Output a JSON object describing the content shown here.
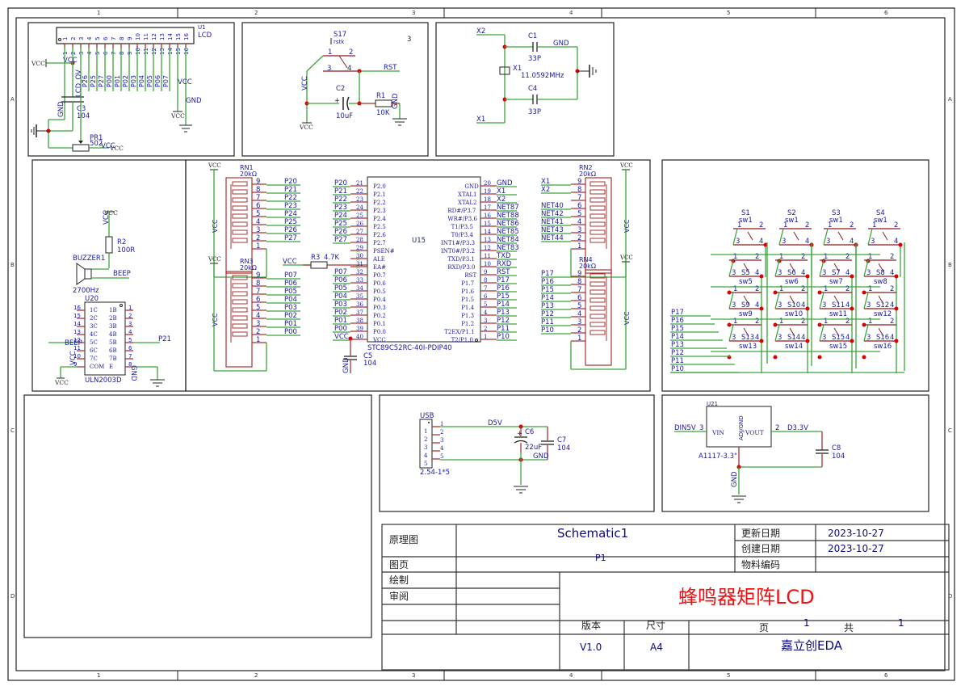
{
  "border": {
    "columns": [
      "1",
      "2",
      "3",
      "4",
      "5",
      "6"
    ],
    "rows": [
      "A",
      "B",
      "C",
      "D"
    ]
  },
  "lcd": {
    "ref": "U1",
    "name": "LCD",
    "pins": [
      "1",
      "2",
      "3",
      "4",
      "5",
      "6",
      "7",
      "8",
      "9",
      "10",
      "11",
      "12",
      "13",
      "14",
      "15",
      "16"
    ],
    "nets": [
      "P26",
      "P25",
      "P27",
      "P00",
      "P01",
      "P02",
      "P03",
      "P04",
      "P05",
      "P06",
      "P07"
    ],
    "vcc": "VCC",
    "gnd": "GND",
    "lcd_ov": "LCD_OV",
    "c3_ref": "C3",
    "c3_val": "104",
    "pr1_ref": "PR1",
    "pr1_val": "502",
    "vcc_label": "VCC"
  },
  "reset": {
    "s17_ref": "S17",
    "s17_val": "rstk",
    "sheet_num": "3",
    "pins": [
      "1",
      "2",
      "3",
      "4"
    ],
    "rst": "RST",
    "vcc": "VCC",
    "c2_ref": "C2",
    "c2_val": "10uF",
    "r1_ref": "R1",
    "r1_val": "10K",
    "gnd": "GND"
  },
  "crystal": {
    "x1_ref": "X1",
    "x1_val": "11.0592MHz",
    "c1_ref": "C1",
    "c1_val": "33P",
    "c4_ref": "C4",
    "c4_val": "33P",
    "net_x1": "X1",
    "net_x2": "X2",
    "gnd": "GND"
  },
  "buzzer": {
    "vcc": "VCC",
    "r2_ref": "R2",
    "r2_val": "100R",
    "buzzer_ref": "BUZZER1",
    "buzzer_val": "2700Hz",
    "beep": "BEEP",
    "u20_ref": "U20",
    "u20_val": "ULN2003D",
    "left_pins": [
      "16",
      "15",
      "14",
      "13",
      "12",
      "11",
      "10",
      "9"
    ],
    "left_names": [
      "1C",
      "2C",
      "3C",
      "4C",
      "5C",
      "6C",
      "7C",
      "COM"
    ],
    "right_names": [
      "1B",
      "2B",
      "3B",
      "4B",
      "5B",
      "6B",
      "7B",
      "E"
    ],
    "right_pins": [
      "1",
      "2",
      "3",
      "4",
      "5",
      "6",
      "7",
      "8"
    ],
    "beep_in": "BEEP",
    "p21": "P21",
    "gnd": "GND"
  },
  "rn1": {
    "ref": "RN1",
    "val": "20kΩ",
    "pins": [
      "9",
      "8",
      "7",
      "6",
      "5",
      "4",
      "3",
      "2",
      "1"
    ],
    "nets": [
      "P20",
      "P21",
      "P22",
      "P23",
      "P24",
      "P25",
      "P26",
      "P27"
    ],
    "vcc": "VCC"
  },
  "rn3": {
    "ref": "RN3",
    "val": "20kΩ",
    "pins": [
      "9",
      "8",
      "7",
      "6",
      "5",
      "4",
      "3",
      "2",
      "1"
    ],
    "nets": [
      "P07",
      "P06",
      "P05",
      "P04",
      "P03",
      "P02",
      "P01",
      "P00"
    ],
    "vcc": "VCC"
  },
  "r3": {
    "ref": "R3",
    "val": "4.7K",
    "vcc": "VCC"
  },
  "mcu": {
    "ref": "U15",
    "part": "STC89C52RC-40I-PDIP40",
    "left_nets": [
      "P20",
      "P21",
      "P22",
      "P23",
      "P24",
      "P25",
      "P26",
      "P27",
      "",
      "",
      "",
      "P07",
      "P06",
      "P05",
      "P04",
      "P03",
      "P02",
      "P01",
      "P00",
      "VCC"
    ],
    "left_pins": [
      "21",
      "22",
      "23",
      "24",
      "25",
      "26",
      "27",
      "28",
      "29",
      "30",
      "31",
      "32",
      "33",
      "34",
      "35",
      "36",
      "37",
      "38",
      "39",
      "40"
    ],
    "left_names": [
      "P2.0",
      "P2.1",
      "P2.2",
      "P2.3",
      "P2.4",
      "P2.5",
      "P2.6",
      "P2.7",
      "PSEN#",
      "ALE",
      "EA#",
      "P0.7",
      "P0.6",
      "P0.5",
      "P0.4",
      "P0.3",
      "P0.2",
      "P0.1",
      "P0.0",
      "VCC"
    ],
    "right_names": [
      "GND",
      "XTAL1",
      "XTAL2",
      "RD#/P3.7",
      "WR#/P3.6",
      "T1/P3.5",
      "T0/P3.4",
      "INT1#/P3.3",
      "INT0#/P3.2",
      "TXD/P3.1",
      "RXD/P3.0",
      "RST",
      "P1.7",
      "P1.6",
      "P1.5",
      "P1.4",
      "P1.3",
      "P1.2",
      "T2EX/P1.1",
      "T2/P1.0"
    ],
    "right_pins": [
      "20",
      "19",
      "18",
      "17",
      "16",
      "15",
      "14",
      "13",
      "12",
      "11",
      "10",
      "9",
      "8",
      "7",
      "6",
      "5",
      "4",
      "3",
      "2",
      "1"
    ],
    "right_nets": [
      "GND",
      "X1",
      "X2",
      "NET87",
      "NET88",
      "NET86",
      "NET85",
      "NET84",
      "NET83",
      "TXD",
      "RXD",
      "RST",
      "P17",
      "P16",
      "P15",
      "P14",
      "P13",
      "P12",
      "P11",
      "P10"
    ],
    "c5_ref": "C5",
    "c5_val": "104",
    "gnd": "GND"
  },
  "rn2": {
    "ref": "RN2",
    "val": "20kΩ",
    "pins": [
      "9",
      "8",
      "7",
      "6",
      "5",
      "4",
      "3",
      "2",
      "1"
    ],
    "nets": [
      "X1",
      "X2",
      "",
      "NET40",
      "NET42",
      "NET41",
      "NET43",
      "NET44"
    ],
    "vcc": "VCC"
  },
  "rn4": {
    "ref": "RN4",
    "val": "20kΩ",
    "pins": [
      "9",
      "8",
      "7",
      "6",
      "5",
      "4",
      "3",
      "2",
      "1"
    ],
    "nets": [
      "P17",
      "P16",
      "P15",
      "P14",
      "P13",
      "P12",
      "P11",
      "P10"
    ],
    "vcc": "VCC"
  },
  "keypad": {
    "switches": [
      {
        "ref": "S1",
        "val": "sw1"
      },
      {
        "ref": "S2",
        "val": "sw1"
      },
      {
        "ref": "S3",
        "val": "sw1"
      },
      {
        "ref": "S4",
        "val": "sw1"
      },
      {
        "ref": "S5",
        "val": "sw5"
      },
      {
        "ref": "S6",
        "val": "sw6"
      },
      {
        "ref": "S7",
        "val": "sw7"
      },
      {
        "ref": "S8",
        "val": "sw8"
      },
      {
        "ref": "S9",
        "val": "sw9"
      },
      {
        "ref": "S10",
        "val": "sw10"
      },
      {
        "ref": "S11",
        "val": "sw11"
      },
      {
        "ref": "S12",
        "val": "sw12"
      },
      {
        "ref": "S13",
        "val": "sw13"
      },
      {
        "ref": "S14",
        "val": "sw14"
      },
      {
        "ref": "S15",
        "val": "sw15"
      },
      {
        "ref": "S16",
        "val": "sw16"
      }
    ],
    "nets": [
      "P17",
      "P16",
      "P15",
      "P14",
      "P13",
      "P12",
      "P11",
      "P10"
    ]
  },
  "usb": {
    "ref": "USB",
    "val": "2.54-1*5",
    "pins": [
      "1",
      "2",
      "3",
      "4",
      "5"
    ],
    "d5v": "D5V",
    "c6_ref": "C6",
    "c6_val": "22uF",
    "c7_ref": "C7",
    "c7_val": "104",
    "gnd": "GND"
  },
  "ldo": {
    "ref": "U21",
    "val": "A1117-3.3\"",
    "vin": "VIN",
    "vout": "VOUT",
    "adj": "ADJ/GND",
    "in_net": "DIN5V",
    "in_pin": "3",
    "out_pin": "2",
    "out_net": "D3.3V",
    "c8_ref": "C8",
    "c8_val": "104",
    "gnd": "GND"
  },
  "titleblock": {
    "l_schematic": "原理图",
    "schematic_name": "Schematic1",
    "l_update": "更新日期",
    "update_date": "2023-10-27",
    "l_create": "创建日期",
    "create_date": "2023-10-27",
    "l_page": "图页",
    "page_name": "P1",
    "l_material": "物料编码",
    "l_draw": "绘制",
    "l_review": "审阅",
    "title": "蜂鸣器矩阵LCD",
    "l_version": "版本",
    "l_size": "尺寸",
    "l_pg": "页",
    "page_num": "1",
    "l_total": "共",
    "page_total": "1",
    "version": "V1.0",
    "size": "A4",
    "company": "嘉立创EDA"
  },
  "colors": {
    "wire": "#3aa53a",
    "pin": "#a33",
    "junction": "#d00",
    "net_label": "#1a1aa6",
    "title": "#ee1111"
  }
}
